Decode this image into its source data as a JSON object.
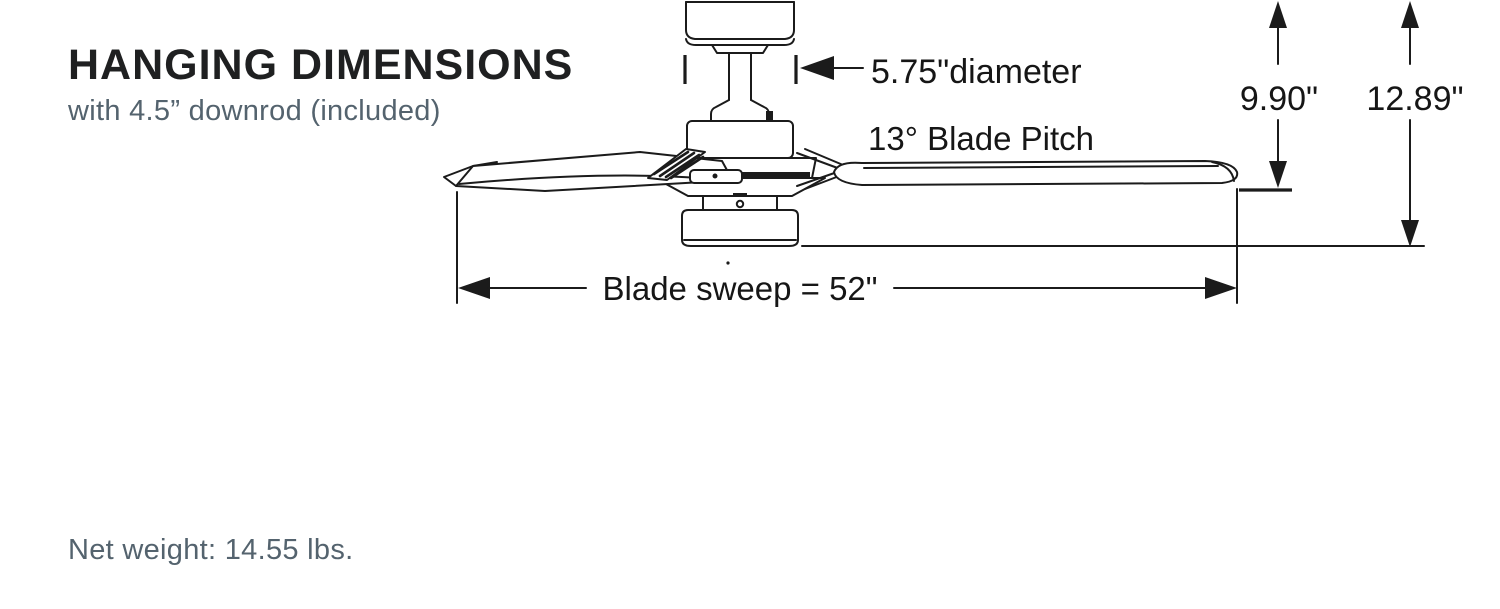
{
  "header": {
    "title": "HANGING DIMENSIONS",
    "subtitle": "with 4.5” downrod (included)"
  },
  "diagram": {
    "labels": {
      "diameter": "5.75\"diameter",
      "blade_pitch": "13° Blade Pitch",
      "hang_height": "9.90\"",
      "overall_height": "12.89\"",
      "blade_sweep": "Blade sweep = 52\""
    }
  },
  "footer": {
    "net_weight": "Net weight: 14.55 lbs."
  },
  "colors": {
    "ink": "#1b1b1b",
    "slate": "#54636e"
  }
}
